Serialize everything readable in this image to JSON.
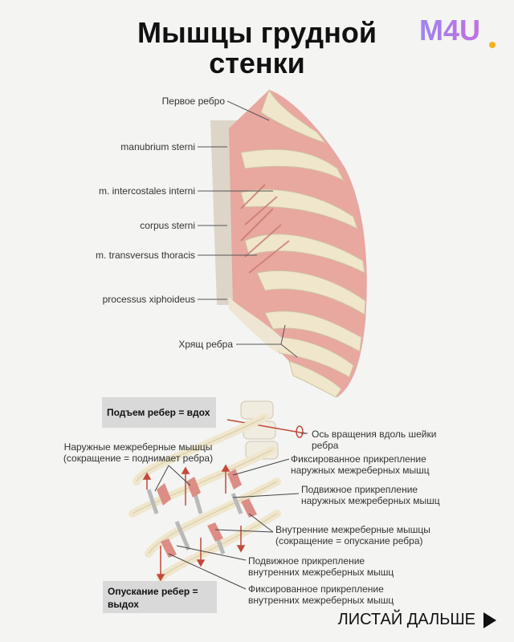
{
  "header": {
    "title_line1": "Мышцы грудной",
    "title_line2": "стенки",
    "logo_text": "M4U"
  },
  "colors": {
    "accent": "#a77be8",
    "muscle": "#e3a9a0",
    "bone": "#efe7cf",
    "arrow": "#c24a3a"
  },
  "diagram1": {
    "labels": [
      "Первое ребро",
      "manubrium sterni",
      "m. intercostales interni",
      "corpus sterni",
      "m. transversus thoracis",
      "processus xiphoideus",
      "Хрящ ребра"
    ]
  },
  "diagram2": {
    "box_inhale": "Подъем ребер = вдох",
    "box_exhale_line1": "Опускание ребер =",
    "box_exhale_line2": "выдох",
    "left_label_line1": "Наружные межреберные мышцы",
    "left_label_line2": "(сокращение = поднимает ребра)",
    "right_labels": [
      {
        "l1": "Ось вращения вдоль шейки",
        "l2": "ребра"
      },
      {
        "l1": "Фиксированное прикрепление",
        "l2": "наружных межреберных мышц"
      },
      {
        "l1": "Подвижное прикрепление",
        "l2": "наружных межреберных мышц"
      },
      {
        "l1": "Внутренние межреберные мышцы",
        "l2": "(сокращение = опускание ребра)"
      },
      {
        "l1": "Подвижное прикрепление",
        "l2": "внутренних межреберных мышц"
      },
      {
        "l1": "Фиксированное прикрепление",
        "l2": "внутренних межреберных мышц"
      }
    ]
  },
  "footer": {
    "cta": "ЛИСТАЙ ДАЛЬШЕ"
  }
}
